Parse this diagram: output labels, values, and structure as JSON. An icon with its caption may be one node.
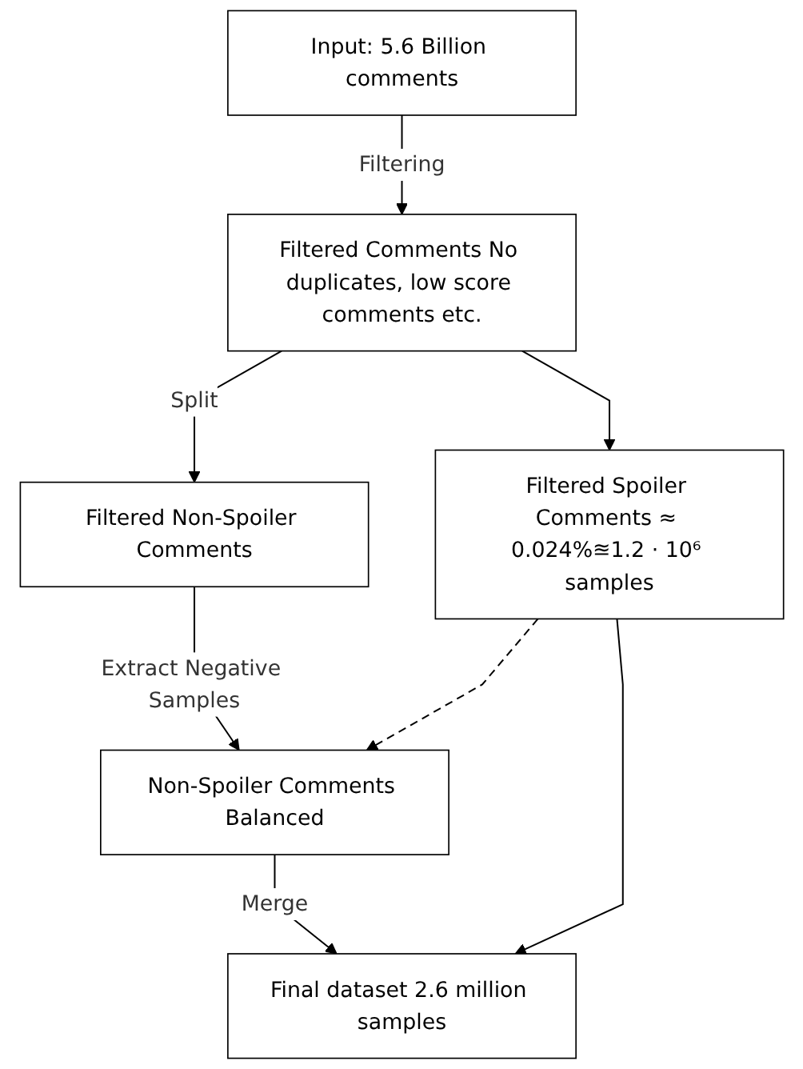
{
  "diagram": {
    "nodes": [
      {
        "text": [
          "Input: 5.6 Billion comments"
        ]
      },
      {
        "text": [
          "Filtered Comments No duplicates, low score comments etc."
        ]
      },
      {
        "text": [
          "Filtered Non-Spoiler Comments"
        ]
      },
      {
        "text": [
          "Filtered Spoiler Comments ≈ 0.024%≊1.2 · 10⁶ samples"
        ]
      },
      {
        "text": [
          "Non-Spoiler Comments Balanced"
        ]
      },
      {
        "text": [
          "Final dataset 2.6 million samples"
        ]
      }
    ],
    "edges": [
      {
        "from": 0,
        "to": 1,
        "arrow": "to",
        "label": "Filtering"
      },
      {
        "from": 1,
        "to": 2,
        "arrow": "to",
        "label": "Split"
      },
      {
        "from": 1,
        "to": 3,
        "arrow": "to"
      },
      {
        "from": 2,
        "to": 4,
        "arrow": "to",
        "label": "Extract Negative Samples"
      },
      {
        "from": 3,
        "to": 4,
        "arrow": "to",
        "style": "dashed"
      },
      {
        "from": 4,
        "to": 5,
        "arrow": "to",
        "label": "Merge"
      },
      {
        "from": 3,
        "to": 5,
        "arrow": "to"
      }
    ]
  }
}
